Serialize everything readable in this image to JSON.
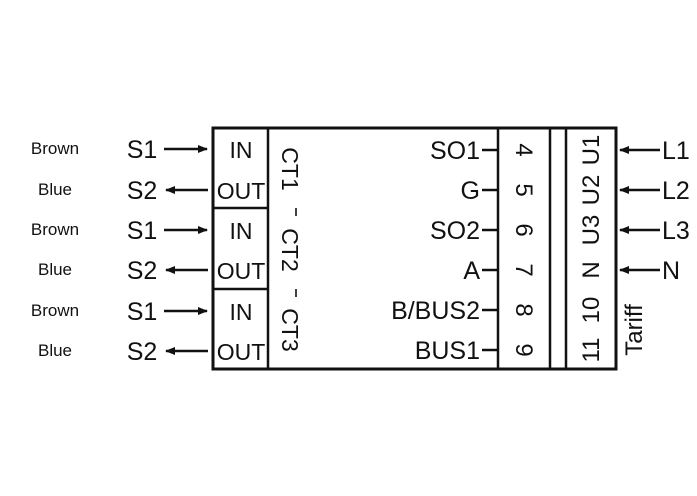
{
  "ct_inputs": [
    {
      "wire": "Brown",
      "signal": "S1",
      "terminal": "IN",
      "direction": "in"
    },
    {
      "wire": "Blue",
      "signal": "S2",
      "terminal": "OUT",
      "direction": "out"
    },
    {
      "wire": "Brown",
      "signal": "S1",
      "terminal": "IN",
      "direction": "in"
    },
    {
      "wire": "Blue",
      "signal": "S2",
      "terminal": "OUT",
      "direction": "out"
    },
    {
      "wire": "Brown",
      "signal": "S1",
      "terminal": "IN",
      "direction": "in"
    },
    {
      "wire": "Blue",
      "signal": "S2",
      "terminal": "OUT",
      "direction": "out"
    }
  ],
  "ct_groups": [
    "CT1",
    "CT2",
    "CT3"
  ],
  "comm_terminals": [
    {
      "label": "SO1",
      "pin": "4"
    },
    {
      "label": "G",
      "pin": "5"
    },
    {
      "label": "SO2",
      "pin": "6"
    },
    {
      "label": "A",
      "pin": "7"
    },
    {
      "label": "B/BUS2",
      "pin": "8"
    },
    {
      "label": "BUS1",
      "pin": "9"
    }
  ],
  "voltage_terminals": [
    {
      "pin": "U1",
      "line": "L1"
    },
    {
      "pin": "U2",
      "line": "L2"
    },
    {
      "pin": "U3",
      "line": "L3"
    },
    {
      "pin": "N",
      "line": "N"
    },
    {
      "pin": "10",
      "line": ""
    },
    {
      "pin": "11",
      "line": ""
    }
  ],
  "tariff_label": "Tariff"
}
